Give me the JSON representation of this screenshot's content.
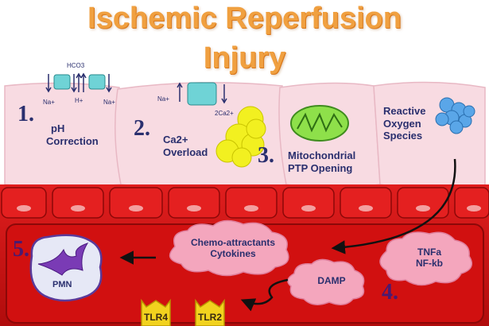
{
  "title": {
    "line1": "Ischemic Reperfusion",
    "line2": "Injury"
  },
  "steps": [
    {
      "number": "1.",
      "label_lines": [
        "pH",
        "Correction"
      ]
    },
    {
      "number": "2.",
      "label_lines": [
        "Ca2+",
        "Overload"
      ]
    },
    {
      "number": "3.",
      "label_lines": [
        "Mitochondrial",
        "PTP Opening"
      ]
    },
    {
      "number": "4.",
      "label_lines": []
    },
    {
      "number": "5.",
      "label_lines": []
    }
  ],
  "ros_label_lines": [
    "Reactive",
    "Oxygen",
    "Species"
  ],
  "ion_labels": {
    "hco3": "HCO3",
    "na_left": "Na+",
    "h_plus": "H+",
    "na_right": "Na+",
    "na_exchanger": "Na+",
    "ca_exchanger": "2Ca2+"
  },
  "clouds": {
    "chemo_lines": [
      "Chemo-attractants",
      "Cytokines"
    ],
    "tnf_lines": [
      "TNFa",
      "NF-kb"
    ],
    "damp": "DAMP"
  },
  "pmn_label": "PMN",
  "receptors": [
    "TLR4",
    "TLR2"
  ],
  "colors": {
    "title": "#f0a040",
    "cell_fill": "#f8dbe2",
    "vessel": "#d41414",
    "text": "#2a2f6e",
    "exchanger": "#6fd3d6",
    "calcium": "#f2f020",
    "mitochondria": "#8ee04a",
    "ros": "#5aa6e8",
    "cloud": "#f4a6bd",
    "pmn": "#7a3bb5",
    "receptor": "#f2d21e"
  },
  "icons": [
    "down-arrow-icon",
    "up-arrow-icon",
    "exchanger-icon",
    "calcium-cluster-icon",
    "mitochondrion-icon",
    "ros-cluster-icon",
    "curved-arrow-icon",
    "pmn-cell-icon",
    "receptor-icon"
  ]
}
